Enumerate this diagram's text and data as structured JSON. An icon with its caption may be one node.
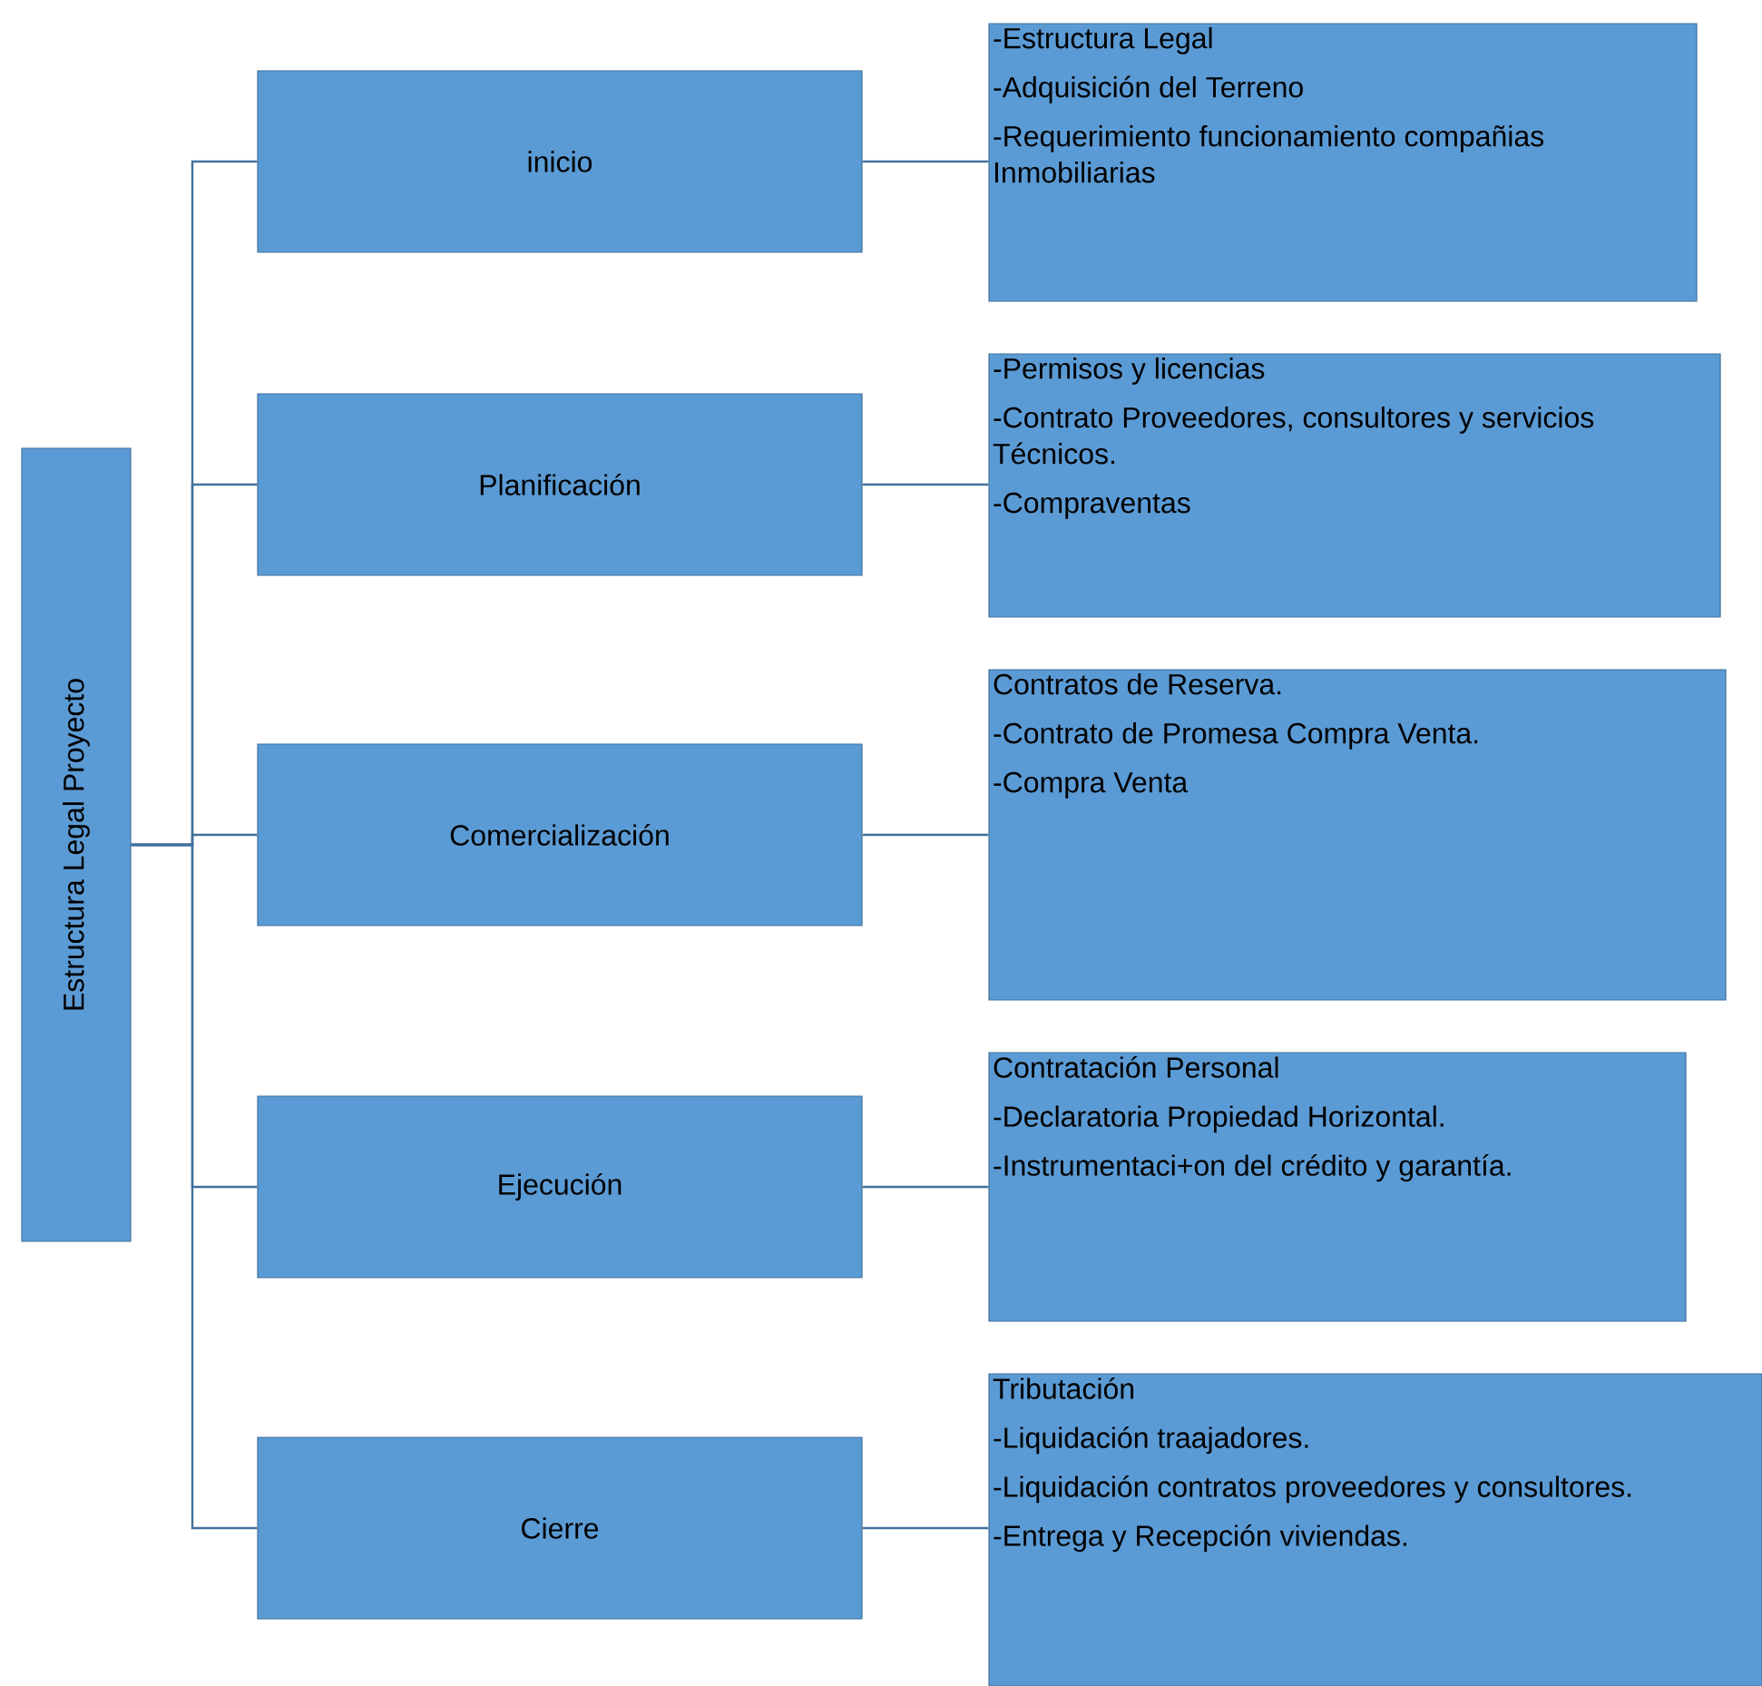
{
  "diagram": {
    "nodes": [
      {
        "text": [
          "Estructura Legal Proyecto"
        ]
      },
      {
        "text": [
          "inicio"
        ]
      },
      {
        "text": [
          "Planificación"
        ]
      },
      {
        "text": [
          "Comercialización"
        ]
      },
      {
        "text": [
          "Ejecución"
        ]
      },
      {
        "text": [
          "Cierre"
        ]
      },
      {
        "text": [
          "-Estructura Legal",
          "-Adquisición del Terreno",
          "-Requerimiento funcionamiento compañias Inmobiliarias"
        ]
      },
      {
        "text": [
          "-Permisos y licencias",
          "-Contrato Proveedores, consultores y servicios Técnicos.",
          "-Compraventas"
        ]
      },
      {
        "text": [
          "Contratos de Reserva.",
          "-Contrato de Promesa Compra Venta.",
          "-Compra Venta"
        ]
      },
      {
        "text": [
          "Contratación Personal",
          "-Declaratoria Propiedad Horizontal.",
          "-Instrumentaci+on del crédito y garantía."
        ]
      },
      {
        "text": [
          "Tributación",
          "-Liquidación traajadores.",
          "-Liquidación contratos proveedores y consultores.",
          "-Entrega y Recepción viviendas."
        ]
      }
    ],
    "edges": [
      {
        "from": 0,
        "to": 1,
        "arrow": "none"
      },
      {
        "from": 0,
        "to": 2,
        "arrow": "none"
      },
      {
        "from": 0,
        "to": 3,
        "arrow": "none"
      },
      {
        "from": 0,
        "to": 4,
        "arrow": "none"
      },
      {
        "from": 0,
        "to": 5,
        "arrow": "none"
      },
      {
        "from": 1,
        "to": 6,
        "arrow": "none"
      },
      {
        "from": 2,
        "to": 7,
        "arrow": "none"
      },
      {
        "from": 3,
        "to": 8,
        "arrow": "none"
      },
      {
        "from": 4,
        "to": 9,
        "arrow": "none"
      },
      {
        "from": 5,
        "to": 10,
        "arrow": "none"
      }
    ]
  }
}
